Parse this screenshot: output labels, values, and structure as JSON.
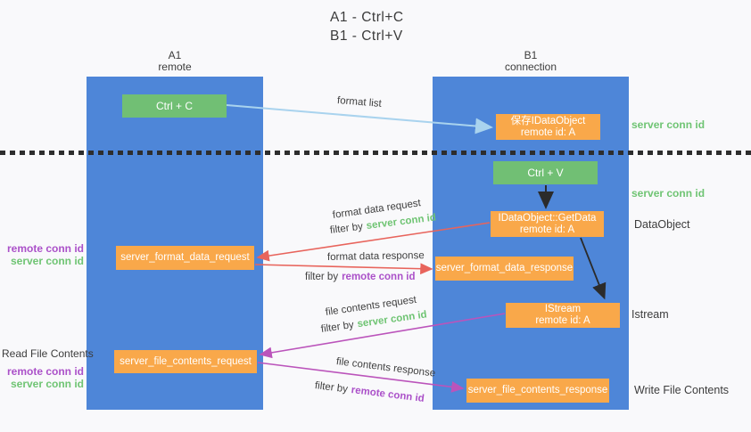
{
  "title": {
    "line1": "A1 - Ctrl+C",
    "line2": "B1 - Ctrl+V"
  },
  "lifelines": {
    "a1": {
      "name": "A1",
      "role": "remote"
    },
    "b1": {
      "name": "B1",
      "role": "connection"
    }
  },
  "nodes": {
    "ctrl_c": {
      "label": "Ctrl + C"
    },
    "ctrl_v": {
      "label": "Ctrl + V"
    },
    "save_dataobject": {
      "line1": "保存IDataObject",
      "line2": "remote id: A"
    },
    "getdata": {
      "line1": "IDataObject::GetData",
      "line2": "remote id: A"
    },
    "istream": {
      "line1": "IStream",
      "line2": "remote id: A"
    },
    "format_request": {
      "label": "server_format_data_request"
    },
    "format_response": {
      "label": "server_format_data_response"
    },
    "file_request": {
      "label": "server_file_contents_request"
    },
    "file_response": {
      "label": "server_file_contents_response"
    }
  },
  "arrows": {
    "format_list": {
      "label": "format list"
    },
    "format_data_request": {
      "label": "format data request",
      "filter_prefix": "filter by",
      "filter_key": "server conn id"
    },
    "format_data_response": {
      "label": "format data response",
      "filter_prefix": "filter by",
      "filter_key": "remote conn id"
    },
    "file_contents_request": {
      "label": "file contents request",
      "filter_prefix": "filter by",
      "filter_key": "server conn id"
    },
    "file_contents_response": {
      "label": "file contents response",
      "filter_prefix": "filter by",
      "filter_key": "remote conn id"
    }
  },
  "side_labels": {
    "right_server_conn_top": "server conn id",
    "right_server_conn_mid": "server conn id",
    "right_dataobject": "DataObject",
    "right_istream": "Istream",
    "right_write_file": "Write File Contents",
    "left_remote_conn_1": "remote conn id",
    "left_server_conn_1": "server conn id",
    "left_read_file": "Read File Contents",
    "left_remote_conn_2": "remote conn id",
    "left_server_conn_2": "server conn id"
  },
  "colors": {
    "lifeline_blue": "#4e86d8",
    "action_green": "#71bf74",
    "message_orange": "#f9a84a",
    "arrow_lightblue": "#a9d3ee",
    "arrow_red": "#e8645c",
    "arrow_magenta": "#bb54bb",
    "arrow_black": "#2b2b2b",
    "text_green": "#6fc473",
    "text_purple": "#ab51c9",
    "text_dark": "#3c3c3c"
  }
}
